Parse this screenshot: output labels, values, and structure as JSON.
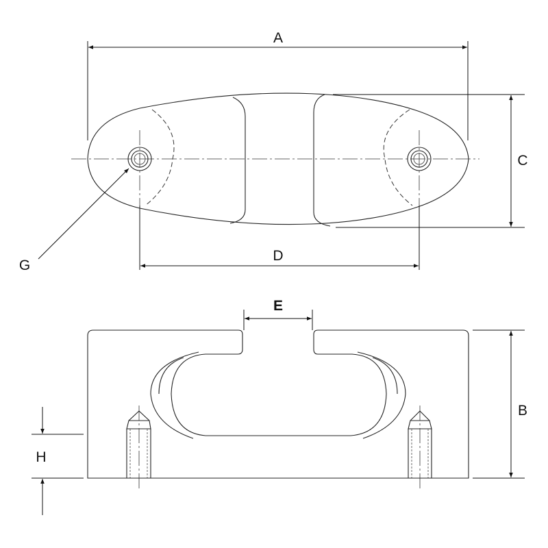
{
  "labels": {
    "a": "A",
    "b": "B",
    "c": "C",
    "d": "D",
    "e": "E",
    "g": "G",
    "h": "H"
  },
  "colors": {
    "line": "#222222",
    "background": "#ffffff"
  }
}
